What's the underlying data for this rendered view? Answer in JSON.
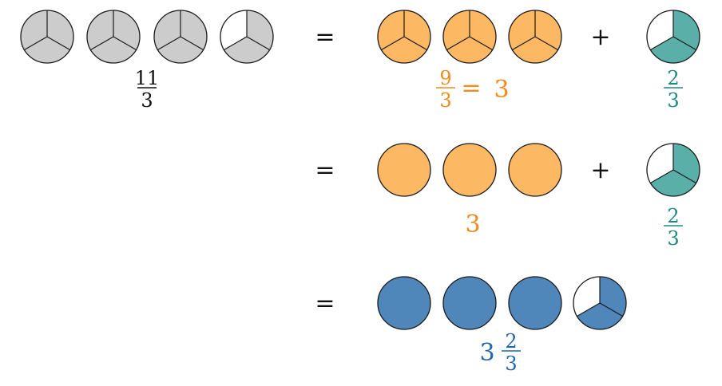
{
  "colors": {
    "gray_fill": "#cccccc",
    "orange_fill": "#fdb863",
    "teal_fill": "#5aafa8",
    "blue_fill": "#5087bb",
    "empty_fill": "#ffffff",
    "stroke": "#1a1a1a",
    "black_text": "#111111",
    "orange_text": "#f28b1a",
    "teal_text": "#1b8a80",
    "blue_text": "#2166ac"
  },
  "rows": [
    {
      "name": "original",
      "groups": [
        {
          "name": "improper-fraction",
          "circles": [
            {
              "filled_thirds": 3,
              "divided": true,
              "color": "gray_fill"
            },
            {
              "filled_thirds": 3,
              "divided": true,
              "color": "gray_fill"
            },
            {
              "filled_thirds": 3,
              "divided": true,
              "color": "gray_fill"
            },
            {
              "filled_thirds": 2,
              "divided": true,
              "color": "gray_fill"
            }
          ],
          "label": {
            "type": "fraction",
            "numerator": "11",
            "denominator": "3",
            "color": "black_text"
          }
        }
      ]
    },
    {
      "name": "split",
      "operator_before": "=",
      "groups": [
        {
          "name": "whole-thirds",
          "circles": [
            {
              "filled_thirds": 3,
              "divided": true,
              "color": "orange_fill"
            },
            {
              "filled_thirds": 3,
              "divided": true,
              "color": "orange_fill"
            },
            {
              "filled_thirds": 3,
              "divided": true,
              "color": "orange_fill"
            }
          ],
          "label": {
            "type": "fraction-eq",
            "numerator": "9",
            "denominator": "3",
            "eq": "=",
            "result": "3",
            "color": "orange_text"
          }
        },
        {
          "name": "remainder",
          "operator_before": "+",
          "circles": [
            {
              "filled_thirds": 2,
              "divided": true,
              "color": "teal_fill"
            }
          ],
          "label": {
            "type": "fraction",
            "numerator": "2",
            "denominator": "3",
            "color": "teal_text"
          }
        }
      ]
    },
    {
      "name": "wholes",
      "operator_before": "=",
      "groups": [
        {
          "name": "whole-numbers",
          "circles": [
            {
              "filled_thirds": 3,
              "divided": false,
              "color": "orange_fill"
            },
            {
              "filled_thirds": 3,
              "divided": false,
              "color": "orange_fill"
            },
            {
              "filled_thirds": 3,
              "divided": false,
              "color": "orange_fill"
            }
          ],
          "label": {
            "type": "number",
            "value": "3",
            "color": "orange_text"
          }
        },
        {
          "name": "remainder",
          "operator_before": "+",
          "circles": [
            {
              "filled_thirds": 2,
              "divided": true,
              "color": "teal_fill"
            }
          ],
          "label": {
            "type": "fraction",
            "numerator": "2",
            "denominator": "3",
            "color": "teal_text"
          }
        }
      ]
    },
    {
      "name": "mixed-number",
      "operator_before": "=",
      "groups": [
        {
          "name": "mixed",
          "circles": [
            {
              "filled_thirds": 3,
              "divided": false,
              "color": "blue_fill"
            },
            {
              "filled_thirds": 3,
              "divided": false,
              "color": "blue_fill"
            },
            {
              "filled_thirds": 3,
              "divided": false,
              "color": "blue_fill"
            },
            {
              "filled_thirds": 2,
              "divided": true,
              "color": "blue_fill"
            }
          ],
          "label": {
            "type": "mixed",
            "whole": "3",
            "numerator": "2",
            "denominator": "3",
            "color": "blue_text"
          }
        }
      ]
    }
  ]
}
